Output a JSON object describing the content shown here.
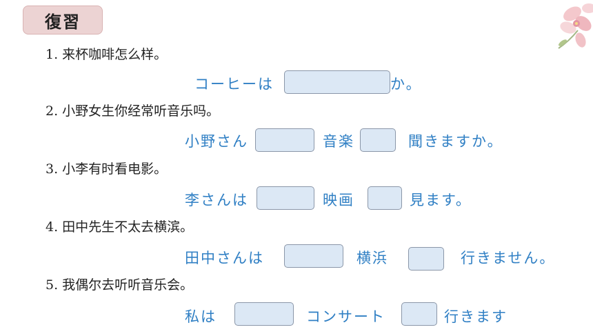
{
  "title": "復習",
  "questions": [
    {
      "cn": "1. 来杯咖啡怎么样。",
      "parts": [
        "コーヒーは",
        "か。"
      ]
    },
    {
      "cn": "2. 小野女生你经常听音乐吗。",
      "parts": [
        "小野さん",
        "音楽",
        "聞きますか。"
      ]
    },
    {
      "cn": "3. 小李有时看电影。",
      "parts": [
        "李さんは",
        "映画",
        "見ます。"
      ]
    },
    {
      "cn": "4. 田中先生不太去横滨。",
      "parts": [
        "田中さんは",
        "横浜",
        "行きません。"
      ]
    },
    {
      "cn": "5. 我偶尔去听听音乐会。",
      "parts": [
        "私は",
        "コンサート",
        "行きます"
      ]
    }
  ],
  "colors": {
    "answer_text": "#2f7fc4",
    "blank_fill": "#dce8f5",
    "title_bg": "#ecd3d3"
  }
}
